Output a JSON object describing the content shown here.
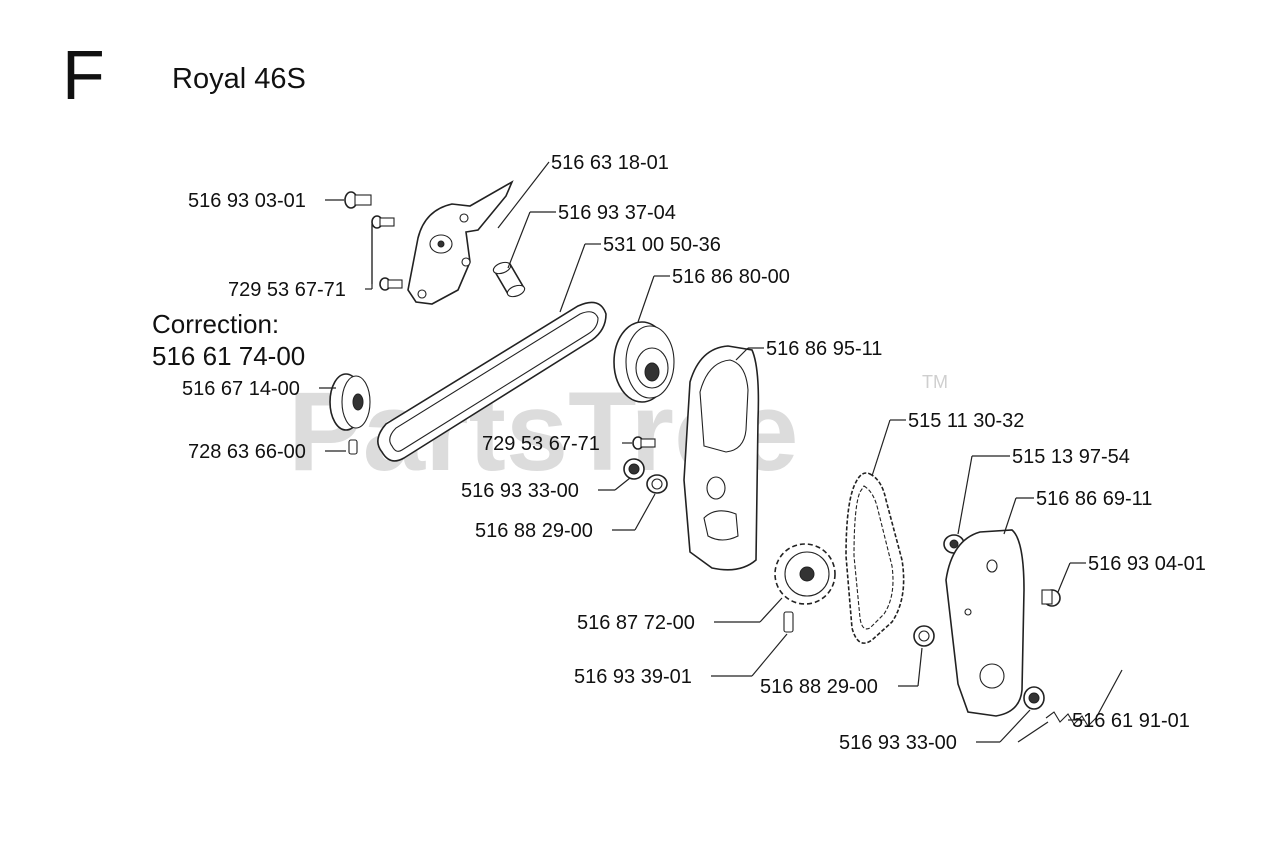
{
  "header": {
    "section_letter": "F",
    "model": "Royal 46S"
  },
  "correction": {
    "label": "Correction:",
    "part_number": "516 61 74-00"
  },
  "watermark": {
    "text": "PartsTree",
    "trademark": "TM"
  },
  "callouts": [
    {
      "id": "c1",
      "label": "516 63 18-01"
    },
    {
      "id": "c2",
      "label": "516 93 03-01"
    },
    {
      "id": "c3",
      "label": "516 93 37-04"
    },
    {
      "id": "c4",
      "label": "531 00 50-36"
    },
    {
      "id": "c5",
      "label": "516 86 80-00"
    },
    {
      "id": "c6",
      "label": "729 53 67-71"
    },
    {
      "id": "c7",
      "label": "516 86 95-11"
    },
    {
      "id": "c8",
      "label": "516 67 14-00"
    },
    {
      "id": "c9",
      "label": "515 11 30-32"
    },
    {
      "id": "c10",
      "label": "728 63 66-00"
    },
    {
      "id": "c11",
      "label": "729 53 67-71"
    },
    {
      "id": "c12",
      "label": "515 13 97-54"
    },
    {
      "id": "c13",
      "label": "516 93 33-00"
    },
    {
      "id": "c14",
      "label": "516 86 69-11"
    },
    {
      "id": "c15",
      "label": "516 88 29-00"
    },
    {
      "id": "c16",
      "label": "516 93 04-01"
    },
    {
      "id": "c17",
      "label": "516 87 72-00"
    },
    {
      "id": "c18",
      "label": "516 93 39-01"
    },
    {
      "id": "c19",
      "label": "516 88 29-00"
    },
    {
      "id": "c20",
      "label": "516 61 91-01"
    },
    {
      "id": "c21",
      "label": "516 93 33-00"
    }
  ]
}
